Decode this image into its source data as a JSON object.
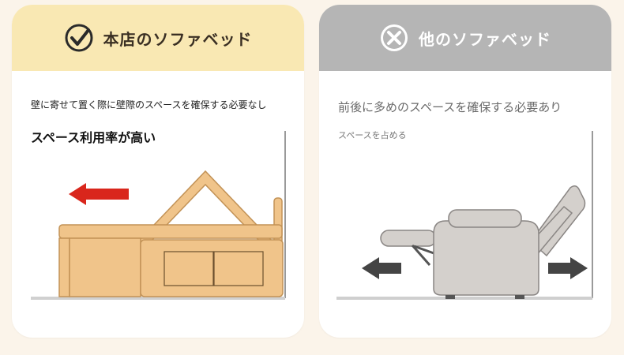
{
  "left_card": {
    "title": "本店のソファベッド",
    "icon": "check-circle-icon",
    "caption_main": "壁に寄せて置く際に壁際のスペースを確保する必要なし",
    "caption_sub": "スペース利用率が高い",
    "header_color": "#f9e8b3",
    "sofa_color": "#f0c48a",
    "arrow_color": "#d9261c"
  },
  "right_card": {
    "title": "他のソファベッド",
    "icon": "x-circle-icon",
    "caption_main": "前後に多めのスペースを確保する必要あり",
    "caption_sub": "スペースを占める",
    "header_color": "#b5b5b5",
    "sofa_color": "#d4d0cc",
    "arrow_color": "#444444"
  }
}
